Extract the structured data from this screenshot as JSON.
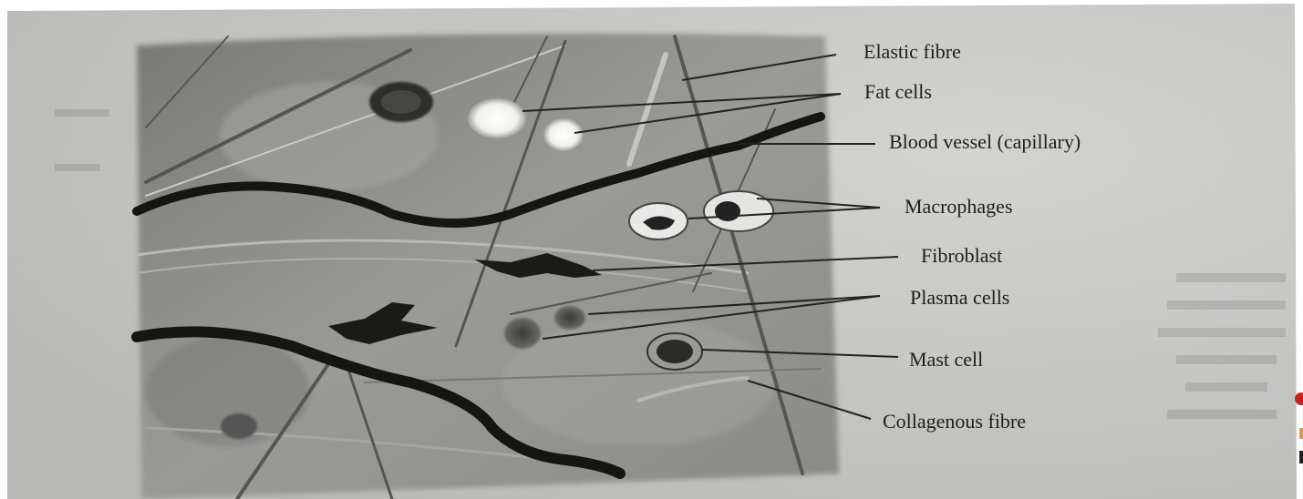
{
  "diagram": {
    "labels": {
      "elastic_fibre": "Elastic fibre",
      "fat_cells": "Fat cells",
      "blood_vessel": "Blood vessel (capillary)",
      "macrophages": "Macrophages",
      "fibroblast": "Fibroblast",
      "plasma_cells": "Plasma cells",
      "mast_cell": "Mast cell",
      "collagenous_fibre": "Collagenous fibre"
    }
  },
  "colors": {
    "paper": "#c9c9c7",
    "ink": "#1e1e1e",
    "tissue_bg": "#8c8c8a"
  }
}
